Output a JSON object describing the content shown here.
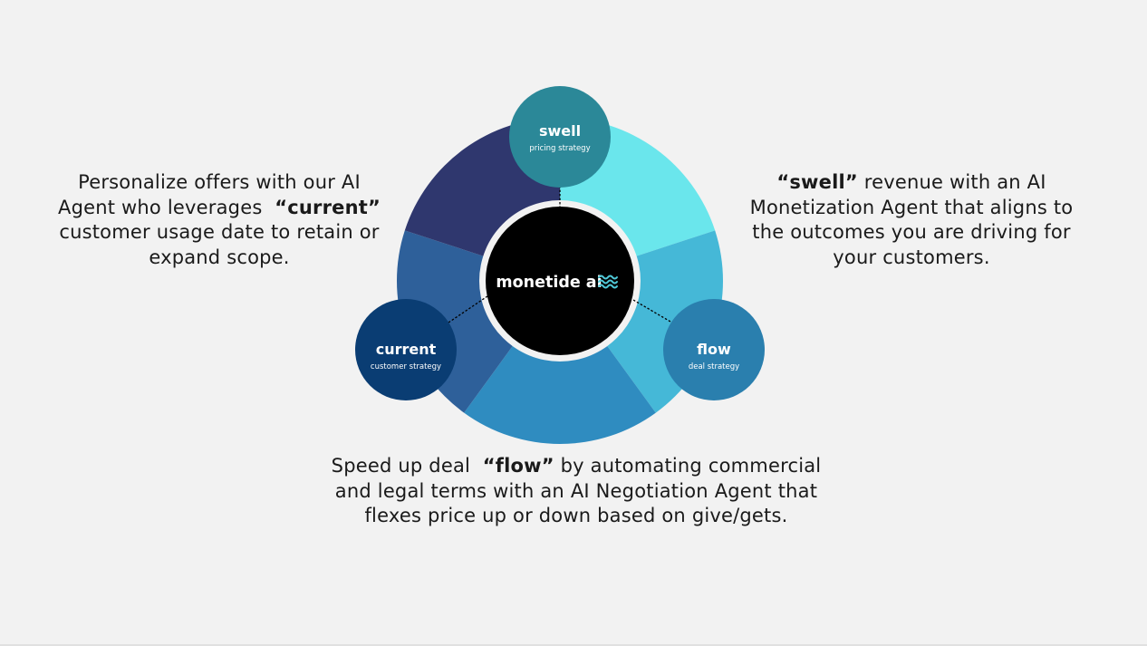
{
  "diagram": {
    "brand": {
      "name": "monetide ai",
      "logo_icon": "wave-icon"
    },
    "nodes": [
      {
        "id": "swell",
        "title": "swell",
        "subtitle": "pricing strategy",
        "color": "#2b8898"
      },
      {
        "id": "current",
        "title": "current",
        "subtitle": "customer strategy",
        "color": "#0a3d73"
      },
      {
        "id": "flow",
        "title": "flow",
        "subtitle": "deal strategy",
        "color": "#2a7fae"
      }
    ],
    "segment_colors": [
      "#6ae6ec",
      "#45b8d7",
      "#2f8cc0",
      "#2e609a",
      "#2f376e"
    ],
    "hub_color": "#000000"
  },
  "callouts": {
    "left": {
      "line1": "Personalize  offers with our AI",
      "line2_pre": "Agent who leverages  ",
      "line2_bold": "“current”",
      "line3": "customer usage date to retain or",
      "line4": "expand scope."
    },
    "right": {
      "line1_bold": "“swell”",
      "line1_post": " revenue with an AI",
      "line2": "Monetization Agent that aligns to",
      "line3": "the outcomes you are driving for",
      "line4": "your customers."
    },
    "bottom": {
      "line1_pre": "Speed up deal  ",
      "line1_bold": "“flow”",
      "line1_post": " by automating commercial",
      "line2": "and legal terms with an AI Negotiation Agent that",
      "line3": "flexes price up or down based on give/gets."
    }
  }
}
